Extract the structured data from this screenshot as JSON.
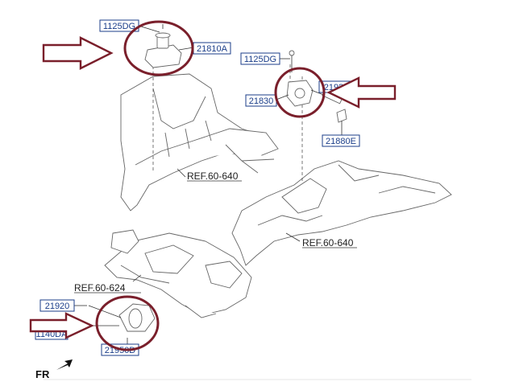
{
  "labels": {
    "top_bolt": "1125DG",
    "top_mount": "21810A",
    "right_bolt": "1125DG",
    "right_mount_a": "21920",
    "right_mount_b": "21830",
    "right_bracket": "21880E",
    "left_bolt": "21920",
    "left_nut": "1140DA",
    "rear_mount": "21950D"
  },
  "refs": {
    "ref1": "REF.60-640",
    "ref2": "REF.60-640",
    "ref3": "REF.60-624"
  },
  "direction": "FR",
  "colors": {
    "highlight": "#7a1f2b",
    "label": "#1b3e8a"
  }
}
